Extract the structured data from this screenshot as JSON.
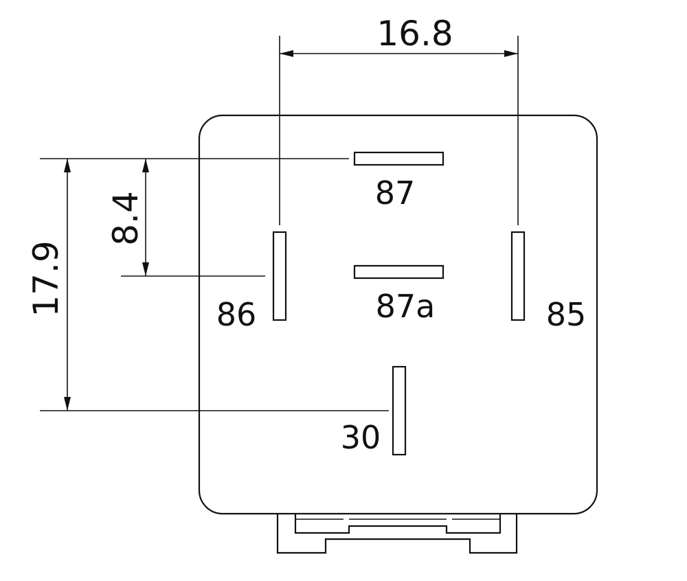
{
  "dimensions": {
    "pin_spacing_horizontal": "16.8",
    "pin_87_to_86_85_vertical": "8.4",
    "pin_87_to_30_vertical": "17.9"
  },
  "pins": {
    "pin_87": "87",
    "pin_87a": "87a",
    "pin_86": "86",
    "pin_85": "85",
    "pin_30": "30"
  }
}
